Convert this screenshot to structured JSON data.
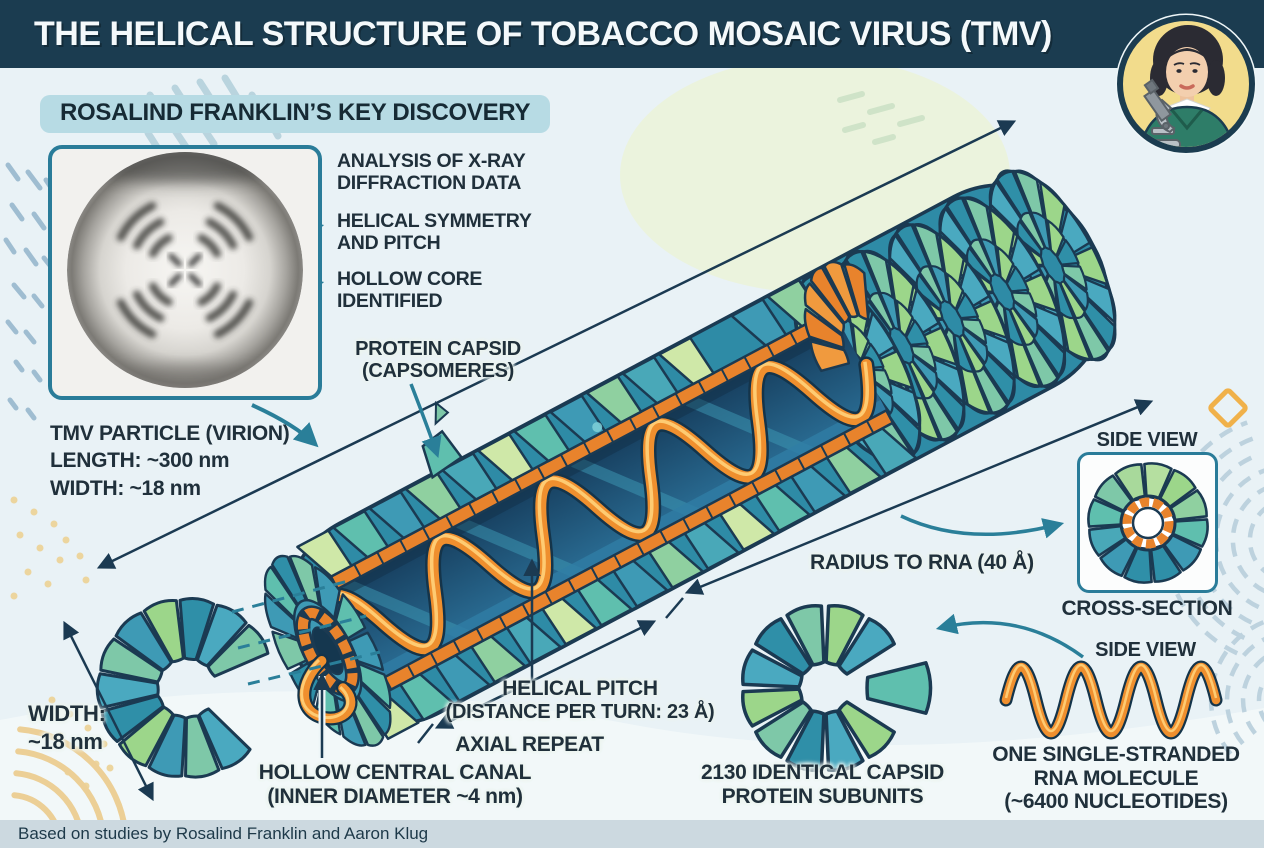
{
  "header": {
    "title": "THE HELICAL STRUCTURE OF TOBACCO MOSAIC VIRUS (TMV)"
  },
  "discovery": {
    "heading": "ROSALIND FRANKLIN’S KEY DISCOVERY",
    "points": [
      {
        "line1": "ANALYSIS OF X-RAY",
        "line2": "DIFFRACTION DATA"
      },
      {
        "line1": "HELICAL SYMMETRY",
        "line2": "AND PITCH"
      },
      {
        "line1": "HOLLOW CORE",
        "line2": "IDENTIFIED"
      }
    ]
  },
  "particle": {
    "title": "TMV PARTICLE (VIRION)",
    "length": "LENGTH: ~300 nm",
    "width": "WIDTH: ~18 nm"
  },
  "capsid": {
    "line1": "PROTEIN CAPSID",
    "line2": "(CAPSOMERES)"
  },
  "dimensions": {
    "radius_rna": "RADIUS TO RNA (40 Å)",
    "pitch_line1": "HELICAL PITCH",
    "pitch_line2": "(DISTANCE PER TURN: 23 Å)",
    "axial_repeat": "AXIAL REPEAT",
    "width_line1": "WIDTH:",
    "width_line2": "~18 nm",
    "canal_line1": "HOLLOW CENTRAL CANAL",
    "canal_line2": "(INNER DIAMETER ~4 nm)"
  },
  "cross_section": {
    "side_view": "SIDE VIEW",
    "caption": "CROSS-SECTION"
  },
  "subunits": {
    "line1": "2130 IDENTICAL CAPSID",
    "line2": "PROTEIN SUBUNITS"
  },
  "rna": {
    "side_view": "SIDE VIEW",
    "line1": "ONE SINGLE-STRANDED",
    "line2": "RNA MOLECULE",
    "line3": "(~6400 NUCLEOTIDES)"
  },
  "footer": {
    "credit": "Based on studies by Rosalind Franklin and Aaron Klug"
  },
  "colors": {
    "header_bg": "#1b3c50",
    "accent_teal": "#2a7f99",
    "outline_navy": "#1b3a52",
    "capsid_green": "#9cd68a",
    "capsid_pale": "#cfe8a8",
    "capsid_teal": "#3e9ab5",
    "capsid_deep": "#2f8fa8",
    "rna_orange": "#e8832c",
    "rna_light": "#ffd27a",
    "channel_navy": "#173f5f",
    "pill_bg": "#b7dbe4",
    "canvas_bg": "#e9f2f6",
    "footer_bg": "#ccd9e0"
  }
}
